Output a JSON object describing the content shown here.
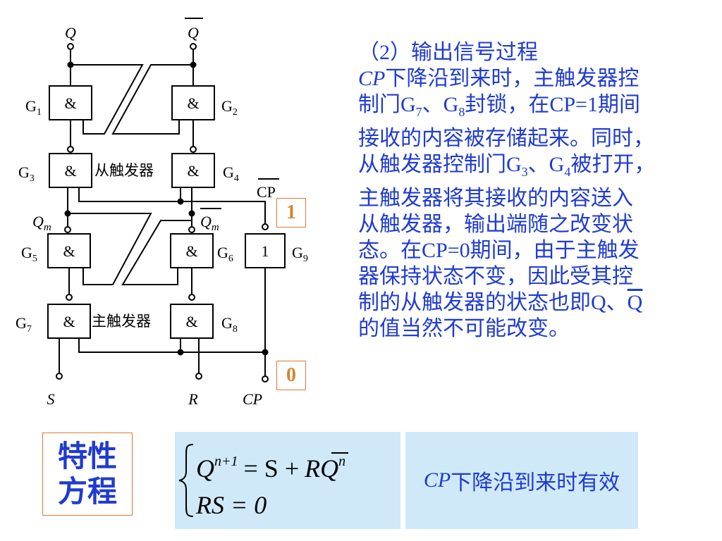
{
  "circuit": {
    "gates": [
      {
        "id": "G1",
        "label_main": "G",
        "label_sub": "1",
        "symbol": "&"
      },
      {
        "id": "G2",
        "label_main": "G",
        "label_sub": "2",
        "symbol": "&"
      },
      {
        "id": "G3",
        "label_main": "G",
        "label_sub": "3",
        "symbol": "&"
      },
      {
        "id": "G4",
        "label_main": "G",
        "label_sub": "4",
        "symbol": "&"
      },
      {
        "id": "G5",
        "label_main": "G",
        "label_sub": "5",
        "symbol": "&"
      },
      {
        "id": "G6",
        "label_main": "G",
        "label_sub": "6",
        "symbol": "&"
      },
      {
        "id": "G7",
        "label_main": "G",
        "label_sub": "7",
        "symbol": "&"
      },
      {
        "id": "G8",
        "label_main": "G",
        "label_sub": "8",
        "symbol": "&"
      },
      {
        "id": "G9",
        "label_main": "G",
        "label_sub": "9",
        "symbol": "1"
      }
    ],
    "slave_label": "从触发器",
    "master_label": "主触发器",
    "q_label": "Q",
    "qbar_label": "Q",
    "qm_label": "Q",
    "qm_sub": "m",
    "qmbar_label": "Q",
    "qmbar_sub": "m",
    "cpbar_label": "CP",
    "input_s": "S",
    "input_r": "R",
    "input_cp": "CP"
  },
  "levels": {
    "high": "1",
    "low": "0"
  },
  "description": {
    "heading": "（2）输出信号过程",
    "l1_cp": "CP",
    "l1_rest": "下降沿到来时，主触发器控",
    "l2_a": "制门G",
    "l2_sub1": "7",
    "l2_b": "、G",
    "l2_sub2": "8",
    "l2_c": "封锁，在CP=1期间",
    "l3": "接收的内容被存储起来。同时，",
    "l4_a": "从触发器控制门G",
    "l4_sub1": "3",
    "l4_b": "、G",
    "l4_sub2": "4",
    "l4_c": "被打开，",
    "l5": "主触发器将其接收的内容送入",
    "l6": "从触发器，输出端随之改变状",
    "l7": "态。在CP=0期间，由于主触发",
    "l8": "器保持状态不变，因此受其控",
    "l9_a": "制的从触发器的状态也即Q、",
    "l9_b": "Q",
    "l10": "的值当然不可能改变。"
  },
  "characteristic": {
    "title_line1": "特性",
    "title_line2": "方程",
    "eq1_lhs": "Q",
    "eq1_sup": "n+1",
    "eq1_mid": "= S +",
    "eq1_rbar": "R",
    "eq1_q": "Q",
    "eq1_q_sup": "n",
    "eq2": "RS = 0",
    "note_cp": "CP",
    "note_rest": "下降沿到来时有效"
  },
  "colors": {
    "accent_blue": "#1f3bd0",
    "orange_border": "#d67a3a",
    "light_blue": "#cfe9f8"
  }
}
